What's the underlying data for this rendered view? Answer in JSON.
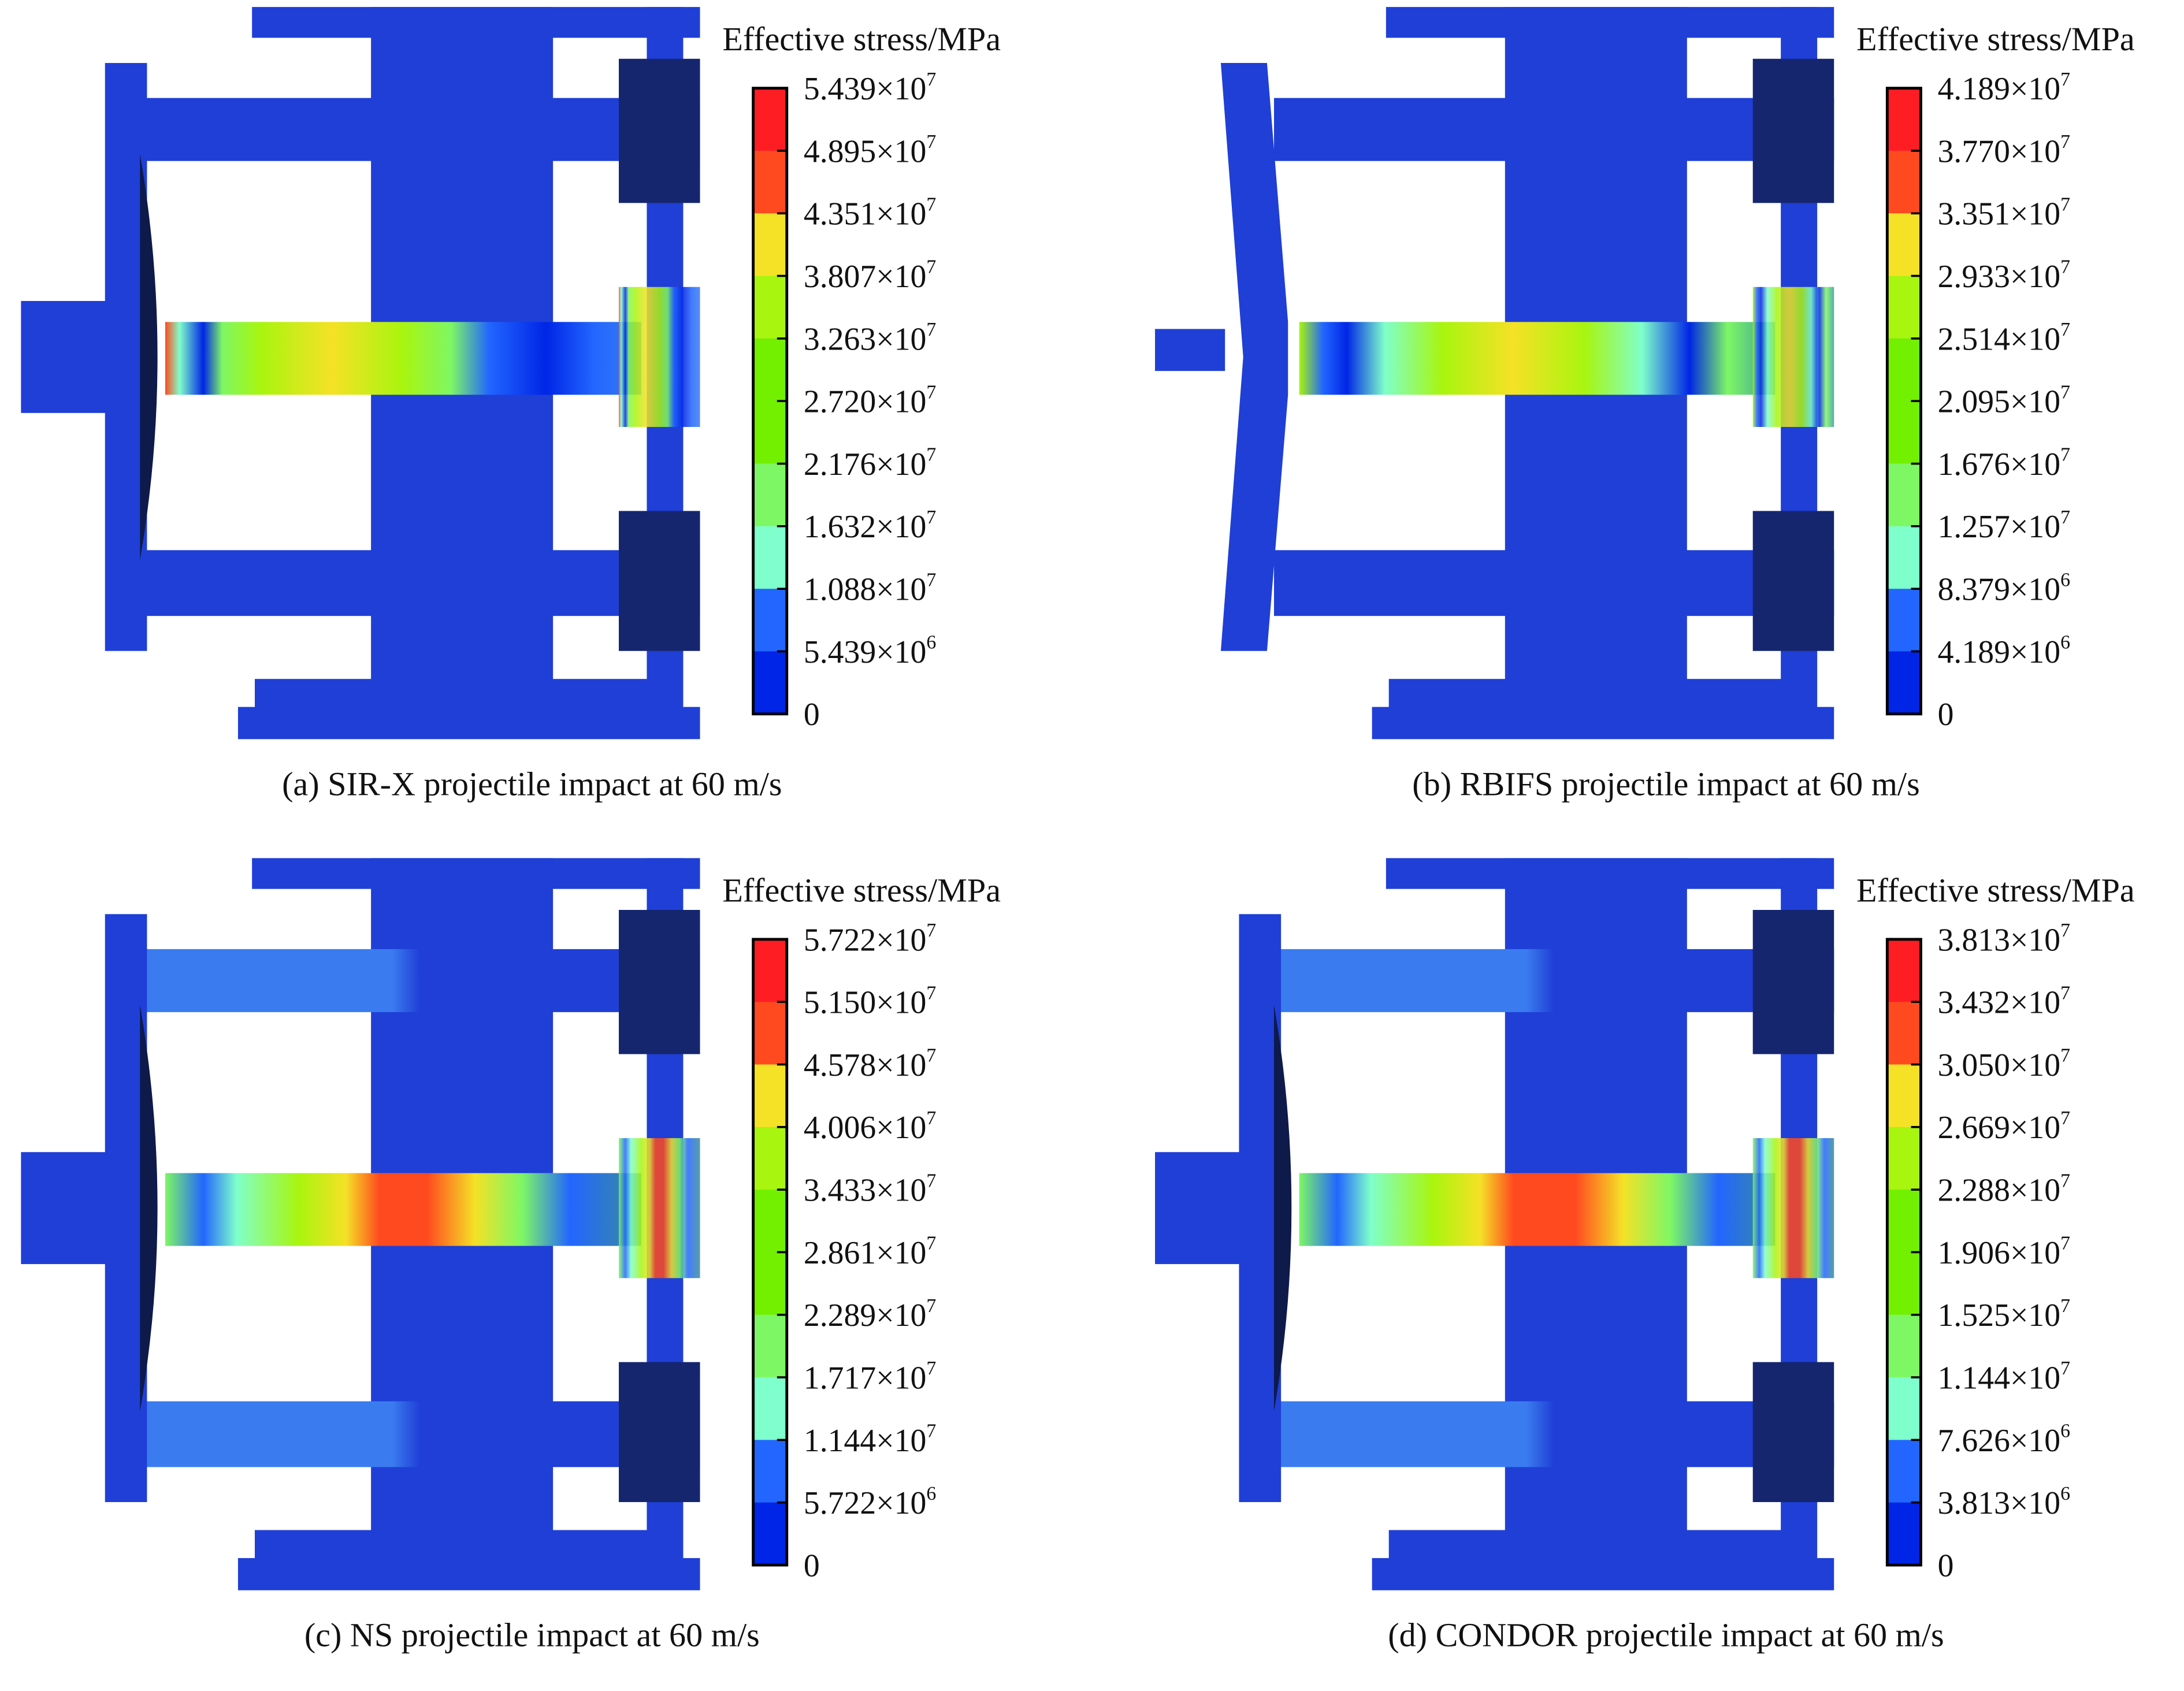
{
  "colorbar_title": "Effective stress/MPa",
  "colorbar_colors": [
    "#ff1d24",
    "#ff4a1f",
    "#f5e126",
    "#a8f50f",
    "#72f000",
    "#72f000",
    "#7ef764",
    "#7fffcb",
    "#2266ff",
    "#0025e6"
  ],
  "structure_color": "#1f3fd6",
  "panels": [
    {
      "caption": "(a) SIR-X projectile impact at 60 m/s",
      "labels": [
        {
          "m": "5.439",
          "e": "7"
        },
        {
          "m": "4.895",
          "e": "7"
        },
        {
          "m": "4.351",
          "e": "7"
        },
        {
          "m": "3.807",
          "e": "7"
        },
        {
          "m": "3.263",
          "e": "7"
        },
        {
          "m": "2.720",
          "e": "7"
        },
        {
          "m": "2.176",
          "e": "7"
        },
        {
          "m": "1.632",
          "e": "7"
        },
        {
          "m": "1.088",
          "e": "7"
        },
        {
          "m": "5.439",
          "e": "6"
        },
        {
          "m": "0",
          "e": ""
        }
      ]
    },
    {
      "caption": "(b) RBIFS projectile impact at 60 m/s",
      "labels": [
        {
          "m": "4.189",
          "e": "7"
        },
        {
          "m": "3.770",
          "e": "7"
        },
        {
          "m": "3.351",
          "e": "7"
        },
        {
          "m": "2.933",
          "e": "7"
        },
        {
          "m": "2.514",
          "e": "7"
        },
        {
          "m": "2.095",
          "e": "7"
        },
        {
          "m": "1.676",
          "e": "7"
        },
        {
          "m": "1.257",
          "e": "7"
        },
        {
          "m": "8.379",
          "e": "6"
        },
        {
          "m": "4.189",
          "e": "6"
        },
        {
          "m": "0",
          "e": ""
        }
      ]
    },
    {
      "caption": "(c) NS projectile impact at 60 m/s",
      "labels": [
        {
          "m": "5.722",
          "e": "7"
        },
        {
          "m": "5.150",
          "e": "7"
        },
        {
          "m": "4.578",
          "e": "7"
        },
        {
          "m": "4.006",
          "e": "7"
        },
        {
          "m": "3.433",
          "e": "7"
        },
        {
          "m": "2.861",
          "e": "7"
        },
        {
          "m": "2.289",
          "e": "7"
        },
        {
          "m": "1.717",
          "e": "7"
        },
        {
          "m": "1.144",
          "e": "7"
        },
        {
          "m": "5.722",
          "e": "6"
        },
        {
          "m": "0",
          "e": ""
        }
      ]
    },
    {
      "caption": "(d) CONDOR projectile impact at 60 m/s",
      "labels": [
        {
          "m": "3.813",
          "e": "7"
        },
        {
          "m": "3.432",
          "e": "7"
        },
        {
          "m": "3.050",
          "e": "7"
        },
        {
          "m": "2.669",
          "e": "7"
        },
        {
          "m": "2.288",
          "e": "7"
        },
        {
          "m": "1.906",
          "e": "7"
        },
        {
          "m": "1.525",
          "e": "7"
        },
        {
          "m": "1.144",
          "e": "7"
        },
        {
          "m": "7.626",
          "e": "6"
        },
        {
          "m": "3.813",
          "e": "6"
        },
        {
          "m": "0",
          "e": ""
        }
      ]
    }
  ]
}
